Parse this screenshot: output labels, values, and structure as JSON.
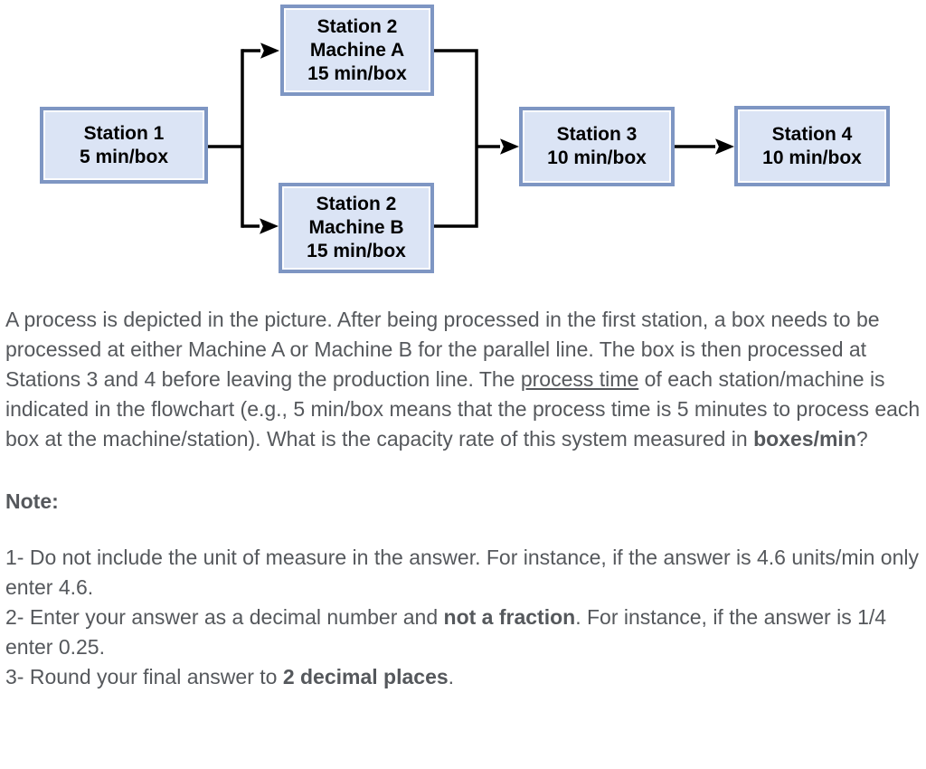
{
  "colors": {
    "box_fill": "#dbe4f5",
    "box_border": "#7e96c3",
    "box_inner_line": "#fdfdfe",
    "connector": "#000000",
    "box_text": "#000000",
    "body_text": "#55585c"
  },
  "flowchart": {
    "stations": [
      {
        "id": "station-1",
        "lines": [
          "Station 1",
          "5 min/box"
        ]
      },
      {
        "id": "station-2-machine-a",
        "lines": [
          "Station 2",
          "Machine A",
          "15 min/box"
        ]
      },
      {
        "id": "station-2-machine-b",
        "lines": [
          "Station 2",
          "Machine B",
          "15 min/box"
        ]
      },
      {
        "id": "station-3",
        "lines": [
          "Station 3",
          "10 min/box"
        ]
      },
      {
        "id": "station-4",
        "lines": [
          "Station 4",
          "10 min/box"
        ]
      }
    ]
  },
  "question": {
    "part1": "A process is depicted in the picture. After being processed in the first station, a box needs to be processed at either Machine A or Machine B for the parallel line. The box is then processed at Stations 3 and 4 before leaving the production line. The ",
    "underlined": "process time",
    "part2": " of each station/machine is indicated in the flowchart (e.g., 5 min/box means that the process time is 5 minutes to process each box at the machine/station). What is the capacity rate of this system measured in ",
    "bold": "boxes/min",
    "part3": "?"
  },
  "note": {
    "title": "Note:",
    "items": [
      {
        "part1": "1- Do not include the unit of measure in the answer. For instance, if the answer is 4.6 units/min only enter 4.6.",
        "bold": "",
        "part2": ""
      },
      {
        "part1": "2- Enter your answer as a decimal number and ",
        "bold": "not a fraction",
        "part2": ". For instance, if the answer is 1/4 enter 0.25."
      },
      {
        "part1": "3- Round your final answer to ",
        "bold": "2 decimal places",
        "part2": "."
      }
    ]
  }
}
